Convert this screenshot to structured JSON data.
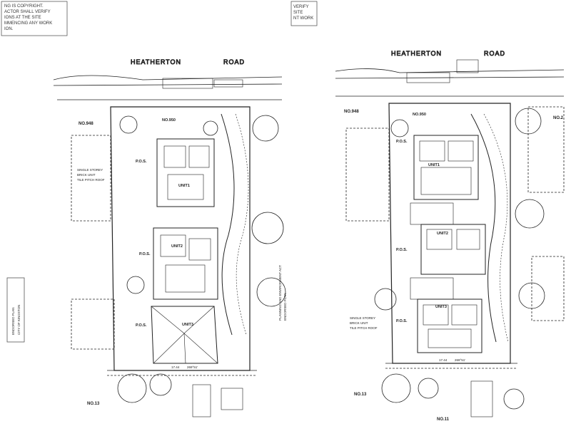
{
  "notes": {
    "top_left": [
      "NG IS COPYRIGHT.",
      "ACTOR SHALL VERIFY",
      "IONS AT THE SITE",
      "MMENCING ANY WORK",
      "ION."
    ],
    "top_center": [
      "VERIFY",
      "SITE",
      "NT WORK"
    ]
  },
  "left_plan": {
    "road": [
      "HEATHERTON",
      "ROAD"
    ],
    "neighbors": {
      "left_top": "NO.948",
      "left_bottom": "NO.13"
    },
    "site_no": "NO.950",
    "units": [
      "UNIT1",
      "UNIT2",
      "UNIT3"
    ],
    "pos_labels": [
      "P.O.S.",
      "P.O.S.",
      "P.O.S."
    ],
    "frontage": "17.44",
    "bearing": "269°51'",
    "side_text": [
      "SINGLE STOREY",
      "BRICK UNIT",
      "TILE PITCH ROOF"
    ],
    "rotated_caption": [
      "PLANNING AND ENVIRONMENT ACT",
      "ENDORSED PLAN"
    ]
  },
  "right_plan": {
    "road": [
      "HEATHERTON",
      "ROAD"
    ],
    "neighbors": {
      "left_top": "NO.948",
      "left_bottom": "NO.13",
      "right_bottom": "NO.11",
      "right_top": "NO.2"
    },
    "site_no": "NO.950",
    "units": [
      "UNIT1",
      "UNIT2",
      "UNIT3"
    ],
    "pos_labels": [
      "P.O.S.",
      "P.O.S.",
      "P.O.S."
    ],
    "frontage": "17.44",
    "bearing": "269°51'",
    "side_text": [
      "SINGLE STOREY",
      "BRICK UNIT",
      "TILE PITCH ROOF"
    ]
  },
  "stamp": [
    "ENDORSED PLAN",
    "CITY OF KINGSTON"
  ],
  "colors": {
    "ink": "#222222",
    "paper": "#ffffff",
    "stamp": "#555555"
  }
}
